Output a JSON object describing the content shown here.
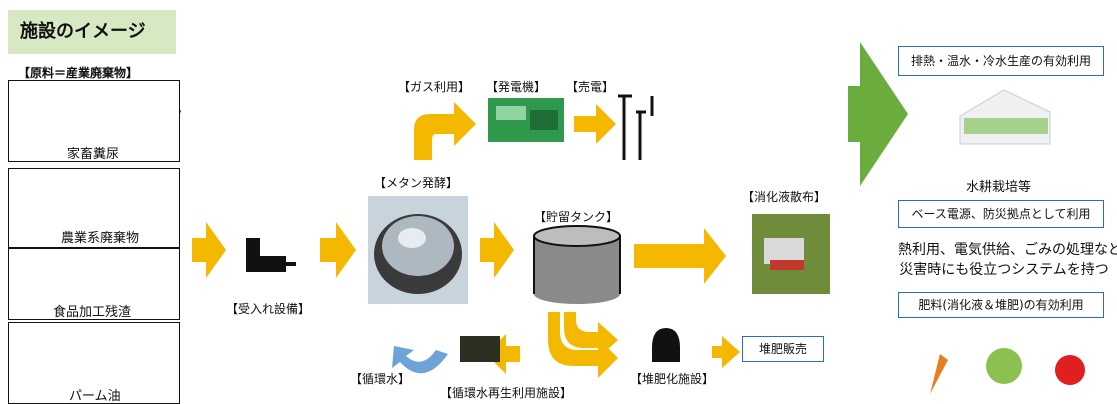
{
  "title": "施設のイメージ",
  "raw_label": "【原料＝産業廃棄物】",
  "sources": [
    "家畜糞尿",
    "農業系廃棄物",
    "食品加工残渣",
    "パーム油"
  ],
  "labels": {
    "intake": "【受入れ設備】",
    "methane": "【メタン発酵】",
    "gas_use": "【ガス利用】",
    "generator": "【発電機】",
    "sell_power": "【売電】",
    "storage": "【貯留タンク】",
    "spreading": "【消化液散布】",
    "compost": "【堆肥化施設】",
    "compost_sale": "堆肥販売",
    "circ_water": "【循環水】",
    "circ_facility": "【循環水再生利用施設】"
  },
  "benefits": {
    "heat": "排熱・温水・冷水生産の有効利用",
    "hydroponic": "水耕栽培等",
    "base_power": "ベース電源、防災拠点として利用",
    "multi_line1": "熱利用、電気供給、ごみの処理など",
    "multi_line2": "災害時にも役立つシステムを持つ",
    "fertilizer": "肥料(消化液＆堆肥)の有効利用"
  },
  "colors": {
    "arrow": "#f5b800",
    "green_arrow": "#6aad3c",
    "title_bg": "#d6e9c2",
    "box_border": "#2a6ebb"
  }
}
